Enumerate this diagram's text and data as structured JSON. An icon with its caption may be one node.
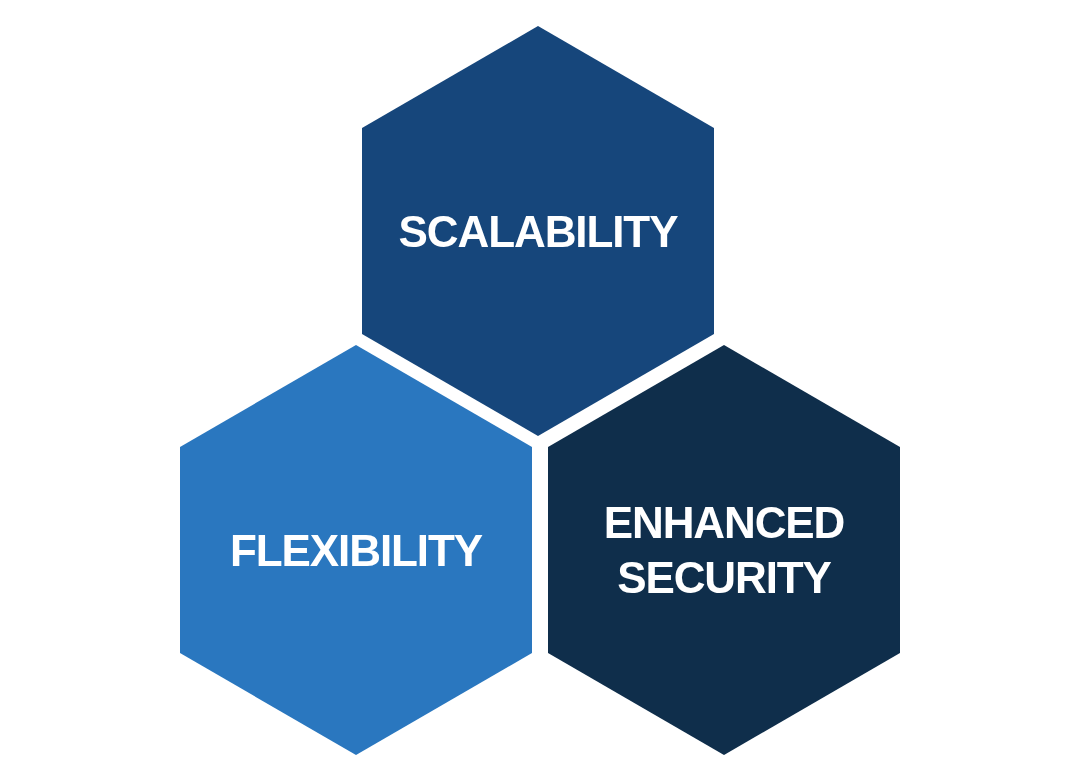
{
  "diagram": {
    "nodes": [
      {
        "text": [
          "SCALABILITY"
        ]
      },
      {
        "text": [
          "FLEXIBILITY"
        ]
      },
      {
        "text": [
          "ENHANCED SECURITY"
        ]
      }
    ]
  }
}
